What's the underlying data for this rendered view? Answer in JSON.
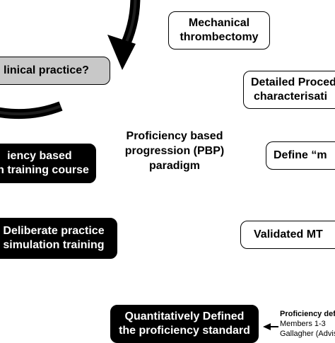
{
  "center": {
    "line1": "Proficiency based",
    "line2": "progression (PBP)",
    "line3": "paradigm"
  },
  "steps": {
    "mechanical": {
      "line1": "Mechanical",
      "line2": "thrombectomy"
    },
    "detailed": {
      "line1": "Detailed Proced",
      "line2": "characterisati"
    },
    "define": {
      "line1": "Define “m"
    },
    "validated": {
      "line1": "Validated MT"
    },
    "quantitative": {
      "line1": "Quantitatively Defined",
      "line2": "the proficiency standard"
    },
    "deliberate": {
      "line1": "Deliberate practice",
      "line2": "simulation training"
    },
    "course": {
      "line1": "iency based",
      "line2": "n training course"
    },
    "clinical": {
      "line1": "linical practice?"
    }
  },
  "side_note": {
    "title": "Proficiency defi",
    "line1": "Members 1-3",
    "line2": "Gallagher (Advis"
  },
  "colors": {
    "cycle": "#000000",
    "dark_box": "#000000",
    "grey_box": "#c8c8c8"
  }
}
